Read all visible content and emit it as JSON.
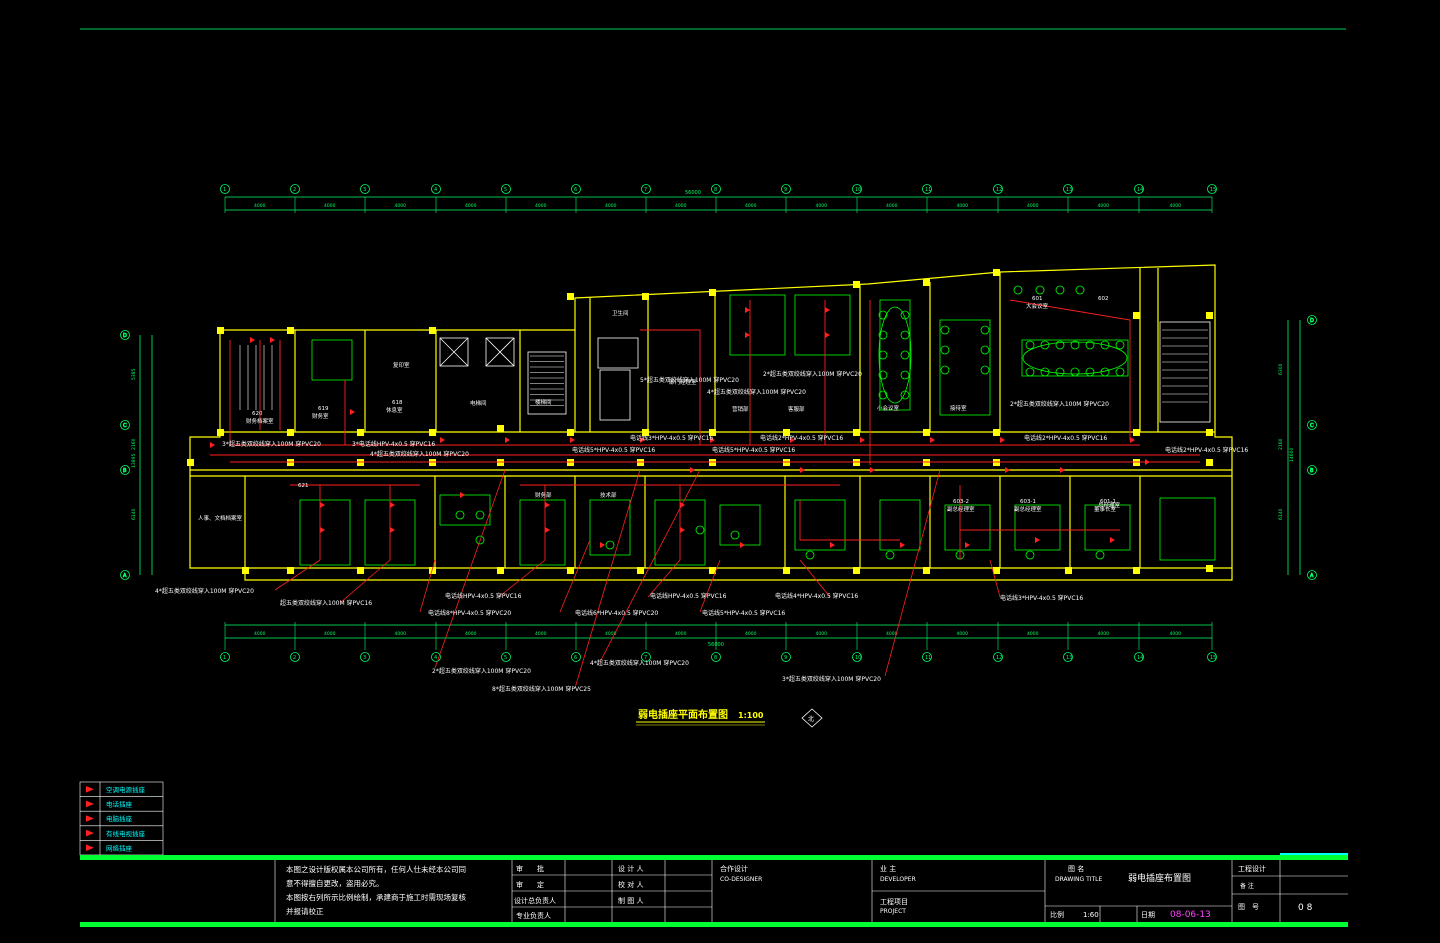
{
  "grid_axes": [
    "1",
    "2",
    "3",
    "4",
    "5",
    "6",
    "7",
    "8",
    "9",
    "10",
    "11",
    "12",
    "13",
    "14",
    "15"
  ],
  "row_axes": [
    "D",
    "C",
    "B",
    "A"
  ],
  "dims": {
    "top_total": "56000",
    "bay": "4000",
    "bottom_total": "56000",
    "left_side": [
      "5385",
      "2160",
      "13895",
      "6140"
    ],
    "right_side": [
      "6300",
      "2160",
      "14600",
      "6140"
    ]
  },
  "rooms": [
    {
      "id": "r620",
      "label": "620",
      "sub": "财务档案室"
    },
    {
      "id": "r619",
      "label": "619",
      "sub": "财务室"
    },
    {
      "id": "r618",
      "label": "618",
      "sub": "休息室"
    },
    {
      "id": "copy",
      "label": "复印室"
    },
    {
      "id": "elev",
      "label": "电梯间"
    },
    {
      "id": "stair",
      "label": "楼梯间"
    },
    {
      "id": "toilet",
      "label": "卫生间"
    },
    {
      "id": "dept",
      "label": "部门经理室"
    },
    {
      "id": "office1",
      "label": "营销部"
    },
    {
      "id": "office2",
      "label": "客服部"
    },
    {
      "id": "meet",
      "label": "小会议室"
    },
    {
      "id": "recv",
      "label": "接待室"
    },
    {
      "id": "r601",
      "label": "601",
      "sub": "大会议室"
    },
    {
      "id": "r602",
      "label": "602"
    },
    {
      "id": "r621",
      "label": "621"
    },
    {
      "id": "hr",
      "label": "人事、文档档案室"
    },
    {
      "id": "pres",
      "label": "总经理室"
    },
    {
      "id": "r603",
      "label": "603-2",
      "sub": "副总经理室"
    },
    {
      "id": "r604",
      "label": "603-1",
      "sub": "副总经理室"
    },
    {
      "id": "r605",
      "label": "601-1",
      "sub": "董事长室"
    },
    {
      "id": "fin",
      "label": "财务部"
    },
    {
      "id": "tech",
      "label": "技术部"
    }
  ],
  "callouts": [
    "5*超五类双绞线穿入100M 穿PVC20",
    "4*超五类双绞线穿入100M 穿PVC20",
    "2*超五类双绞线穿入100M 穿PVC20",
    "2*超五类双绞线穿入100M 穿PVC20",
    "3*超五类双绞线穿入100M 穿PVC20",
    "3*电话线HPV-4x0.5 穿PVC16",
    "4*超五类双绞线穿入100M 穿PVC20",
    "电话线5*HPV-4x0.5 穿PVC16",
    "电话线3*HPV-4x0.5 穿PVC16",
    "电话线5*HPV-4x0.5 穿PVC16",
    "电话线2*HPV-4x0.5 穿PVC16",
    "电话线2*HPV-4x0.5 穿PVC16",
    "电话线2*HPV-4x0.5 穿PVC16",
    "4*超五类双绞线穿入100M 穿PVC20",
    "超五类双绞线穿入100M 穿PVC16",
    "电话线HPV-4x0.5 穿PVC16",
    "电话线8*HPV-4x0.5 穿PVC20",
    "电话线6*HPV-4x0.5 穿PVC20",
    "电话线HPV-4x0.5 穿PVC16",
    "电话线5*HPV-4x0.5 穿PVC16",
    "电话线4*HPV-4x0.5 穿PVC16",
    "电话线3*HPV-4x0.5 穿PVC16",
    "2*超五类双绞线穿入100M 穿PVC20",
    "4*超五类双绞线穿入100M 穿PVC20",
    "8*超五类双绞线穿入100M 穿PVC25",
    "3*超五类双绞线穿入100M 穿PVC20"
  ],
  "drawing_title": "弱电插座平面布置图",
  "drawing_scale": "1:100",
  "north_mark": "北",
  "legend": [
    {
      "label": "空调电源插座"
    },
    {
      "label": "电话插座"
    },
    {
      "label": "电脑插座"
    },
    {
      "label": "有线电视插座"
    },
    {
      "label": "网络插座"
    }
  ],
  "titleblock": {
    "notes": [
      "本图之设计版权属本公司所有，任何人仕未经本公司同",
      "意不得擅自更改，盗用必究。",
      "本图按右列所示比例绘制，承建商于施工时需现场复核",
      "并报请校正"
    ],
    "roles": [
      "审　　批",
      "审　　定",
      "设计总负责人",
      "专业负责人"
    ],
    "roles2": [
      "设 计 人",
      "校 对 人",
      "制 图 人"
    ],
    "coop_cn": "合作设计",
    "coop_en": "CO-DESIGNER",
    "owner_cn": "业 主",
    "owner_en": "DEVELOPER",
    "project_cn": "工程项目",
    "project_en": "PROJECT",
    "title_cn": "图 名",
    "title_en": "DRAWING TITLE",
    "title_value": "弱电插座布置图",
    "scale_label": "比例",
    "scale_value": "1:60",
    "date_label": "日期",
    "date_value": "08-06-13",
    "design_label": "工程设计",
    "remark_label": "备 注",
    "sheet_label": "图　号",
    "sheet_value": "0 8"
  },
  "colors": {
    "wall": "#ffff00",
    "grid": "#00ff66",
    "wire": "#ff2020",
    "furniture": "#00ff00",
    "frame": "#00ff00",
    "cyan": "#00ffff"
  }
}
